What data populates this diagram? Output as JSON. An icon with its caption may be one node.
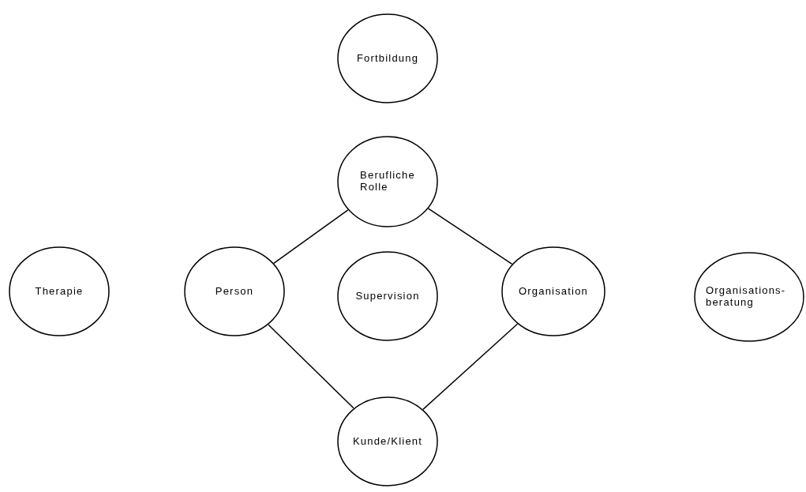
{
  "diagram": {
    "nodes": [
      {
        "text": [
          "Fortbildung"
        ]
      },
      {
        "text": [
          "Berufliche Rolle"
        ]
      },
      {
        "text": [
          "Therapie"
        ]
      },
      {
        "text": [
          "Person"
        ]
      },
      {
        "text": [
          "Supervision"
        ]
      },
      {
        "text": [
          "Organisation"
        ]
      },
      {
        "text": [
          "Organisations- beratung"
        ]
      },
      {
        "text": [
          "Kunde/Klient"
        ]
      }
    ],
    "edges": [
      {
        "from": 1,
        "to": 3,
        "arrow": "none"
      },
      {
        "from": 1,
        "to": 5,
        "arrow": "none"
      },
      {
        "from": 3,
        "to": 7,
        "arrow": "none"
      },
      {
        "from": 5,
        "to": 7,
        "arrow": "none"
      }
    ]
  }
}
